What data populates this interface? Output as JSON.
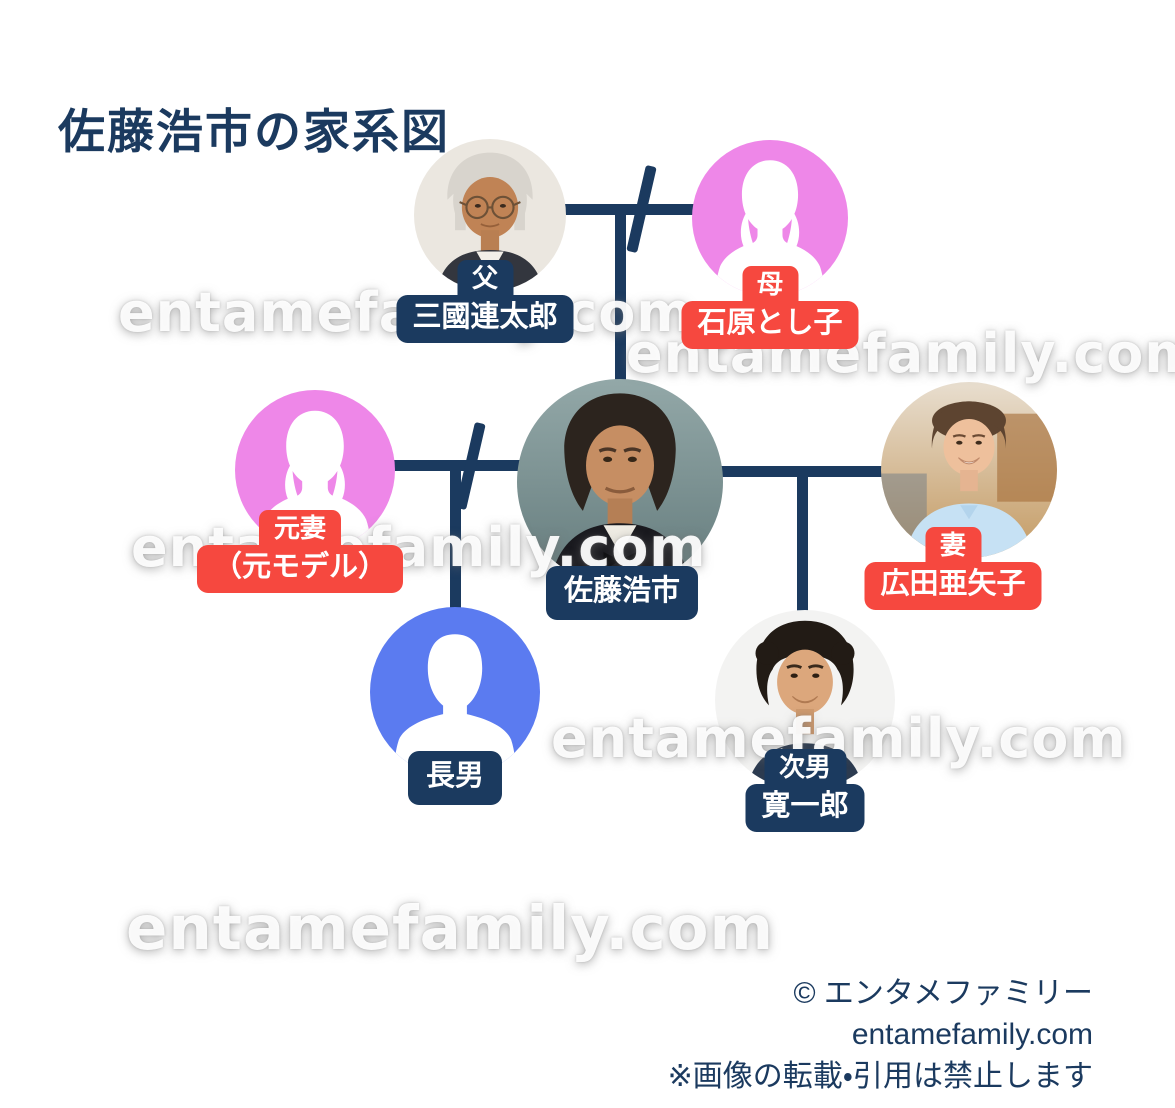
{
  "page": {
    "title": "佐藤浩市の家系図",
    "watermark": "entamefamily.com",
    "footer": {
      "copyright": "© エンタメファミリー",
      "site": "entamefamily.com",
      "notice": "※画像の転載・引用は禁止します"
    }
  },
  "colors": {
    "navy": "#1b3a5f",
    "red": "#f6483f",
    "pink": "#ee87e8",
    "blue": "#5b7bf0"
  },
  "people": {
    "father": {
      "relation": "父",
      "name": "三國連太郎",
      "label_style": "navy",
      "portrait": "photo-elderly-man"
    },
    "mother": {
      "relation": "母",
      "name": "石原とし子",
      "label_style": "red",
      "portrait": "female-silhouette"
    },
    "subject": {
      "name": "佐藤浩市",
      "label_style": "navy",
      "portrait": "photo-sato-koichi"
    },
    "ex_wife": {
      "relation": "元妻",
      "name": "（元モデル）",
      "label_style": "red",
      "portrait": "female-silhouette"
    },
    "wife": {
      "relation": "妻",
      "name": "広田亜矢子",
      "label_style": "red",
      "portrait": "photo-wife"
    },
    "eldest_son": {
      "name": "長男",
      "label_style": "navy",
      "portrait": "male-silhouette"
    },
    "second_son": {
      "relation": "次男",
      "name": "寛一郎",
      "label_style": "navy",
      "portrait": "photo-young-man"
    }
  }
}
